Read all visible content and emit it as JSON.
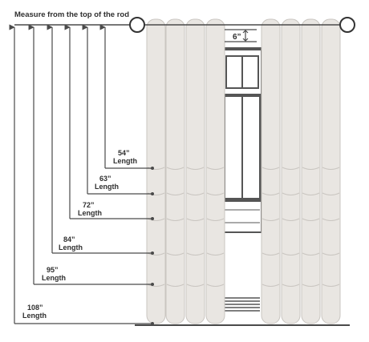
{
  "diagram": {
    "title": "Measure from the top of the rod",
    "gap_label": "6”",
    "lengths": [
      {
        "value": "54”",
        "unit": "Length"
      },
      {
        "value": "63”",
        "unit": "Length"
      },
      {
        "value": "72”",
        "unit": "Length"
      },
      {
        "value": "84”",
        "unit": "Length"
      },
      {
        "value": "95”",
        "unit": "Length"
      },
      {
        "value": "108”",
        "unit": "Length"
      }
    ],
    "colors": {
      "line": "#4a4a4a",
      "curtain_fill": "#e9e6e2",
      "curtain_stroke": "#c9c5c0",
      "window": "#555555"
    }
  }
}
